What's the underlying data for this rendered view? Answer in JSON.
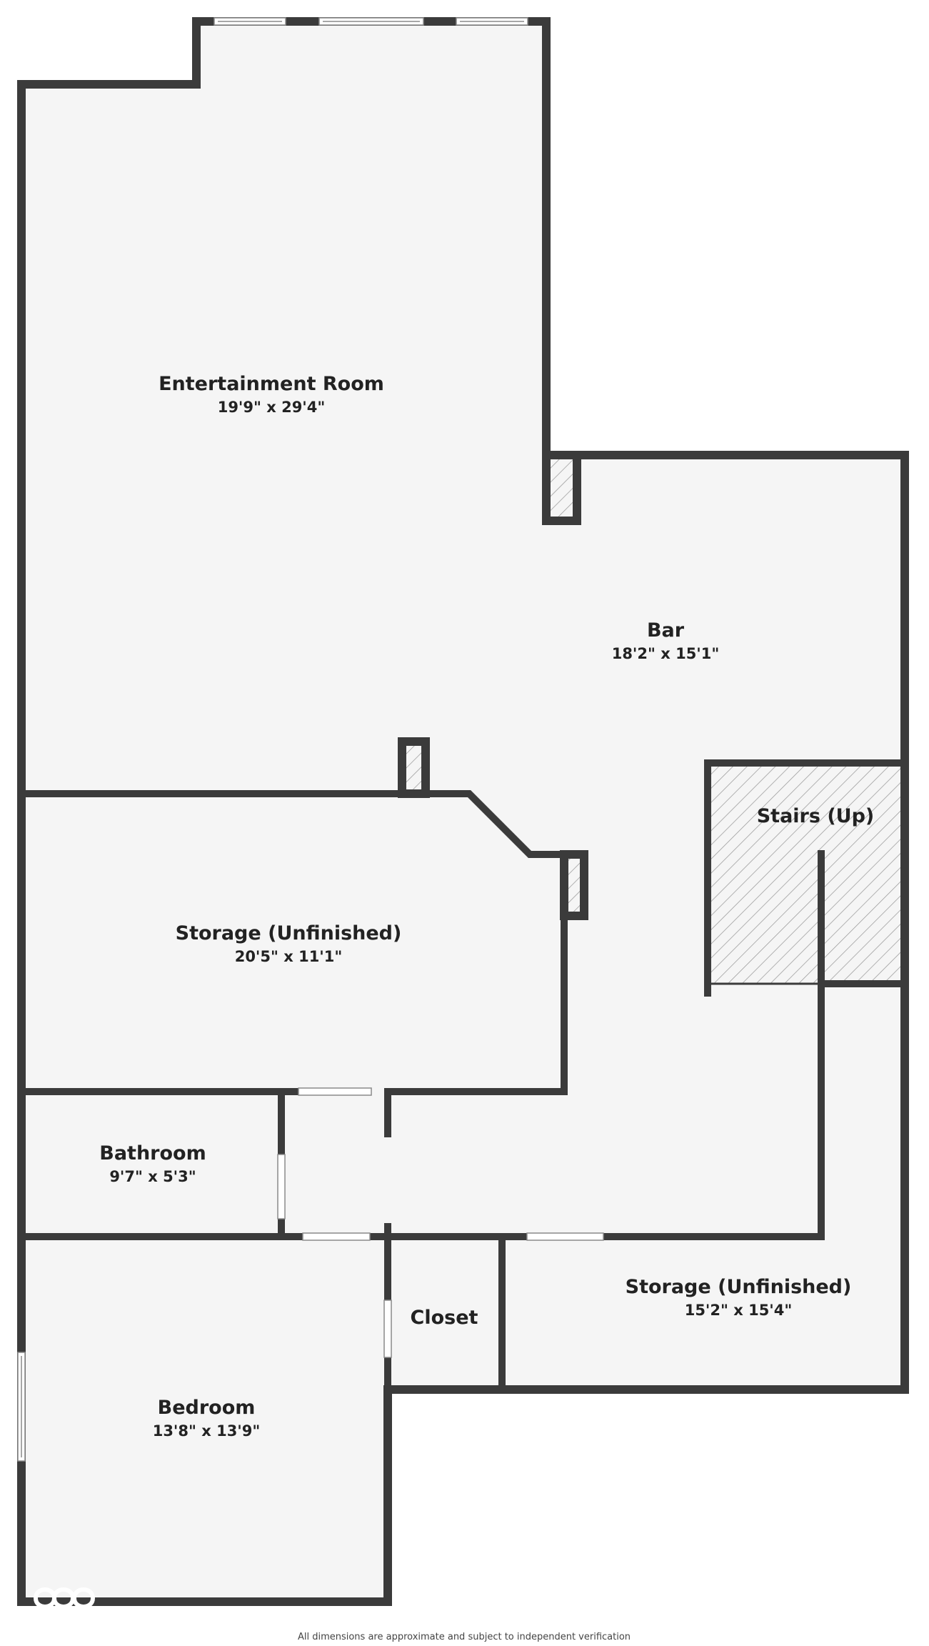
{
  "rooms": {
    "entertainment": {
      "name": "Entertainment Room",
      "dims": "19'9\" x 29'4\""
    },
    "bar": {
      "name": "Bar",
      "dims": "18'2\" x 15'1\""
    },
    "stairs": {
      "name": "Stairs (Up)"
    },
    "storage_main": {
      "name": "Storage (Unfinished)",
      "dims": "20'5\" x 11'1\""
    },
    "bathroom": {
      "name": "Bathroom",
      "dims": "9'7\" x 5'3\""
    },
    "closet": {
      "name": "Closet"
    },
    "storage_lower": {
      "name": "Storage (Unfinished)",
      "dims": "15'2\" x 15'4\""
    },
    "bedroom": {
      "name": "Bedroom",
      "dims": "13'8\" x 13'9\""
    }
  },
  "footer": {
    "disclaimer": "All dimensions are approximate and subject to independent verification"
  },
  "icons": {
    "logo": "infinity-logo-icon"
  },
  "colors": {
    "wall": "#3b3b3b",
    "floor": "#f5f5f5",
    "text": "#222222"
  }
}
